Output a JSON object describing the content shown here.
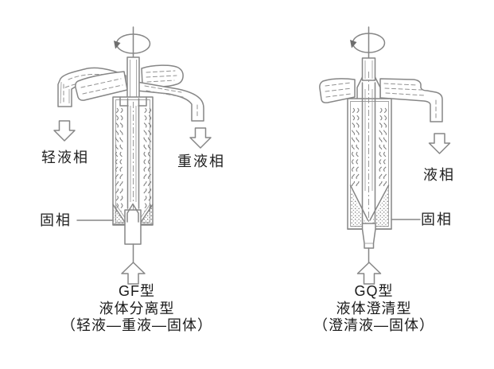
{
  "diagram": {
    "left": {
      "labels": {
        "light_liquid": "轻液相",
        "heavy_liquid": "重液相",
        "solid": "固相"
      },
      "caption": {
        "model": "GF型",
        "type": "液体分离型",
        "phases": "（轻液—重液—固体）"
      }
    },
    "right": {
      "labels": {
        "liquid": "液相",
        "solid": "固相"
      },
      "caption": {
        "model": "GQ型",
        "type": "液体澄清型",
        "phases": "（澄清液—固体）"
      }
    },
    "colors": {
      "line": "#868686",
      "text": "#1f1f1f",
      "background": "#ffffff"
    }
  }
}
